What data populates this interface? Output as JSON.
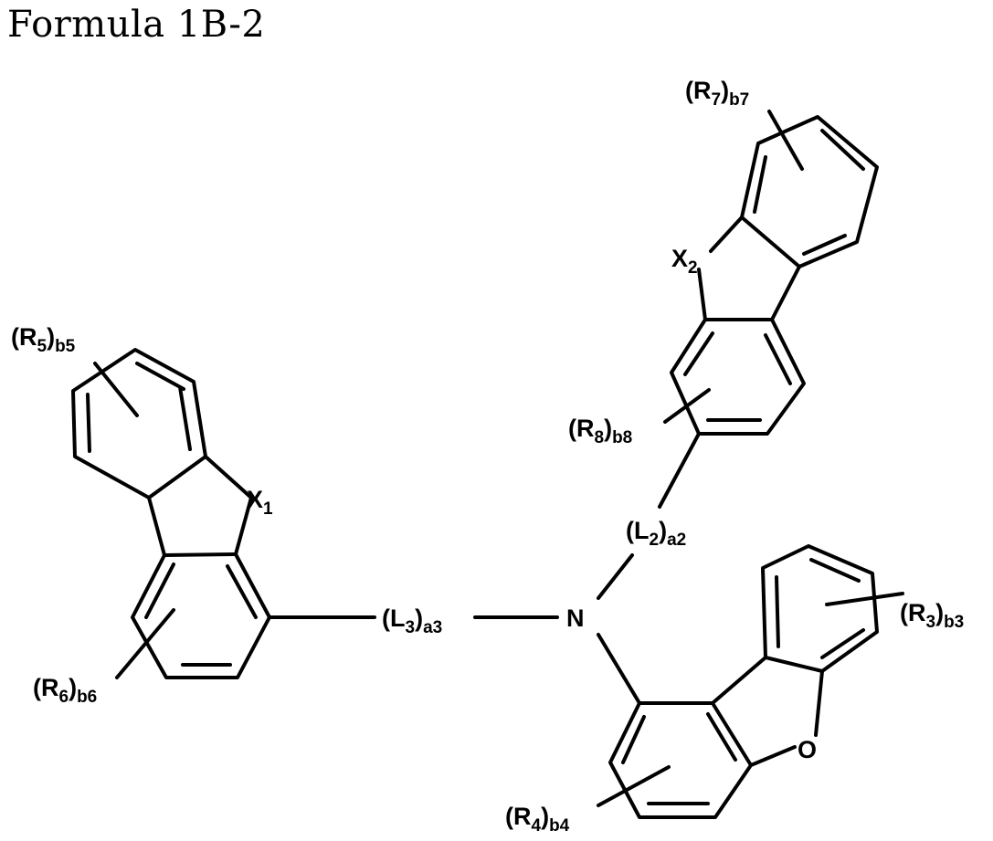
{
  "title": "Formula 1B-2",
  "atoms": {
    "N": "N",
    "O": "O",
    "X1": {
      "symbol": "X",
      "index": "1"
    },
    "X2": {
      "symbol": "X",
      "index": "2"
    }
  },
  "substituents": {
    "R5": {
      "symbol": "R",
      "index": "5",
      "count": "b5"
    },
    "R6": {
      "symbol": "R",
      "index": "6",
      "count": "b6"
    },
    "R7": {
      "symbol": "R",
      "index": "7",
      "count": "b7"
    },
    "R8": {
      "symbol": "R",
      "index": "8",
      "count": "b8"
    },
    "R3": {
      "symbol": "R",
      "index": "3",
      "count": "b3"
    },
    "R4": {
      "symbol": "R",
      "index": "4",
      "count": "b4"
    }
  },
  "linkers": {
    "L3": {
      "symbol": "L",
      "index": "3",
      "count": "a3"
    },
    "L2": {
      "symbol": "L",
      "index": "2",
      "count": "a2"
    }
  }
}
